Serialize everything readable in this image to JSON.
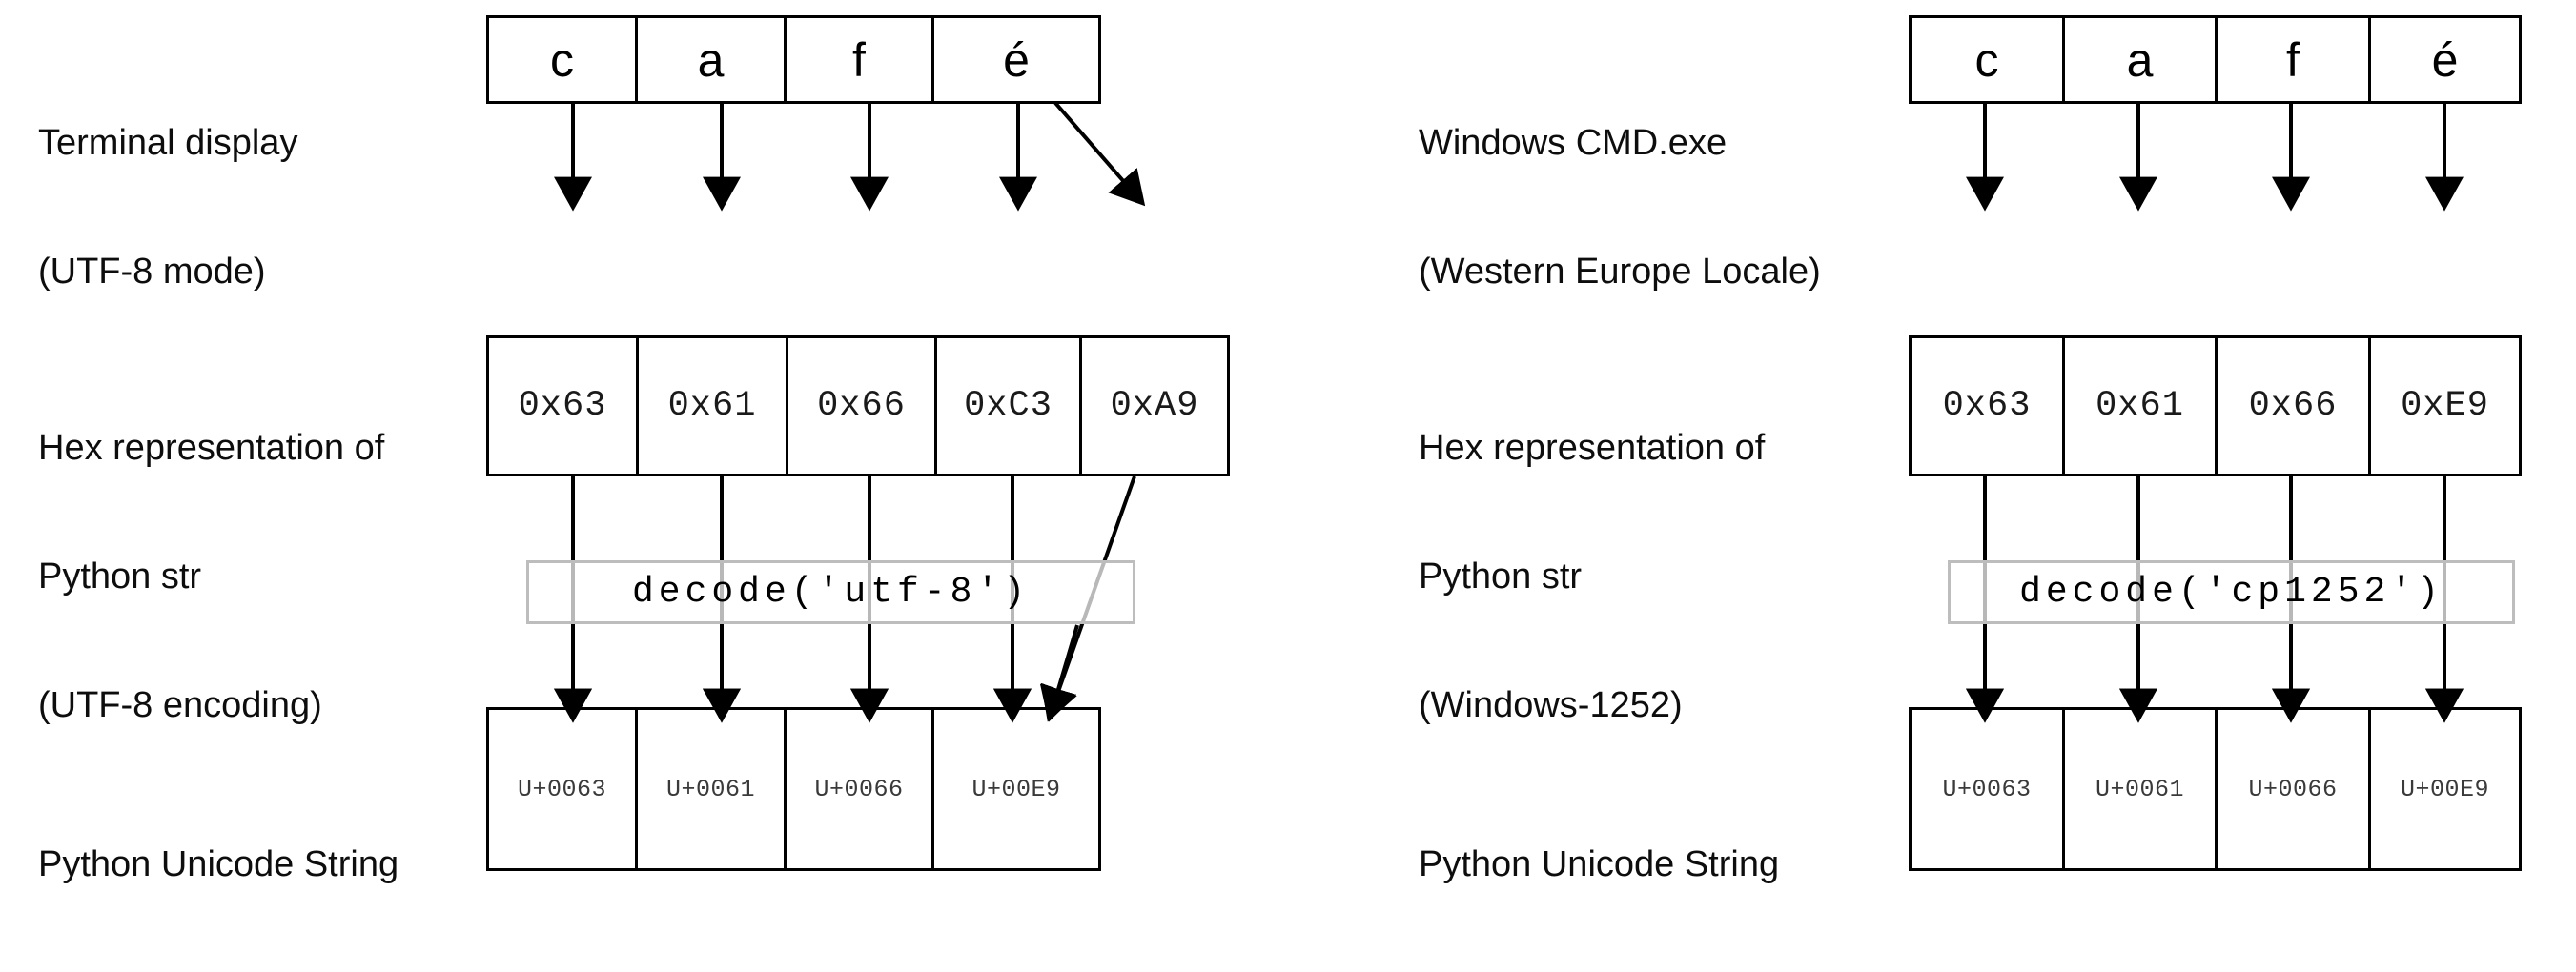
{
  "diagram": {
    "title": "Text encoding and decoding: UTF-8 terminal vs Windows CMD.exe",
    "background": "#ffffff",
    "stroke": "#000000",
    "decode_box_border": "#bdbdbd"
  },
  "panels": [
    {
      "id": "left",
      "labels": {
        "row1": [
          "Terminal display",
          "(UTF-8 mode)"
        ],
        "row2": [
          "Hex representation of",
          "Python str",
          "(UTF-8 encoding)"
        ],
        "row3": [
          "Python Unicode String"
        ]
      },
      "display_row": {
        "name": "terminal-display-row",
        "cells": [
          "c",
          "a",
          "f",
          "é"
        ]
      },
      "hex_row": {
        "name": "hex-bytes-row",
        "encoding": "UTF-8",
        "cells": [
          "0x63",
          "0x61",
          "0x66",
          "0xC3",
          "0xA9"
        ]
      },
      "decode": {
        "name": "decode-utf8-call",
        "text": "decode('utf-8')"
      },
      "unicode_row": {
        "name": "unicode-codepoints-row",
        "cells": [
          "U+0063",
          "U+0061",
          "U+0066",
          "U+00E9"
        ]
      }
    },
    {
      "id": "right",
      "labels": {
        "row1": [
          "Windows CMD.exe",
          "(Western Europe Locale)"
        ],
        "row2": [
          "Hex representation of",
          "Python str",
          "(Windows-1252)"
        ],
        "row3": [
          "Python Unicode String"
        ]
      },
      "display_row": {
        "name": "cmd-display-row",
        "cells": [
          "c",
          "a",
          "f",
          "é"
        ]
      },
      "hex_row": {
        "name": "hex-bytes-row",
        "encoding": "Windows-1252",
        "cells": [
          "0x63",
          "0x61",
          "0x66",
          "0xE9"
        ]
      },
      "decode": {
        "name": "decode-cp1252-call",
        "text": "decode('cp1252')"
      },
      "unicode_row": {
        "name": "unicode-codepoints-row",
        "cells": [
          "U+0063",
          "U+0061",
          "U+0066",
          "U+00E9"
        ]
      }
    }
  ]
}
